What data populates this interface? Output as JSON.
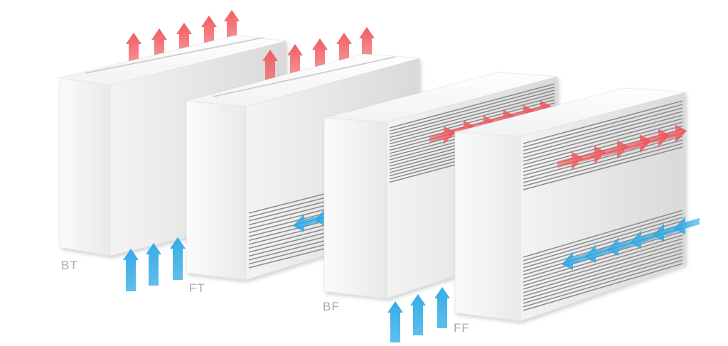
{
  "units": [
    {
      "id": "bt",
      "label": "BT",
      "intake": "bottom",
      "outlet": "top"
    },
    {
      "id": "ft",
      "label": "FT",
      "intake": "front",
      "outlet": "top"
    },
    {
      "id": "bf",
      "label": "BF",
      "intake": "bottom",
      "outlet": "front"
    },
    {
      "id": "ff",
      "label": "FF",
      "intake": "front",
      "outlet": "front"
    }
  ],
  "colors": {
    "warm_air": "#f0555a",
    "cool_air": "#2aa8e6",
    "panel_front": "#f4f4f4",
    "panel_side": "#e2e2e2",
    "panel_top": "#fafafa",
    "grille": "#8d8d8d",
    "label": "#a7a9ab"
  }
}
